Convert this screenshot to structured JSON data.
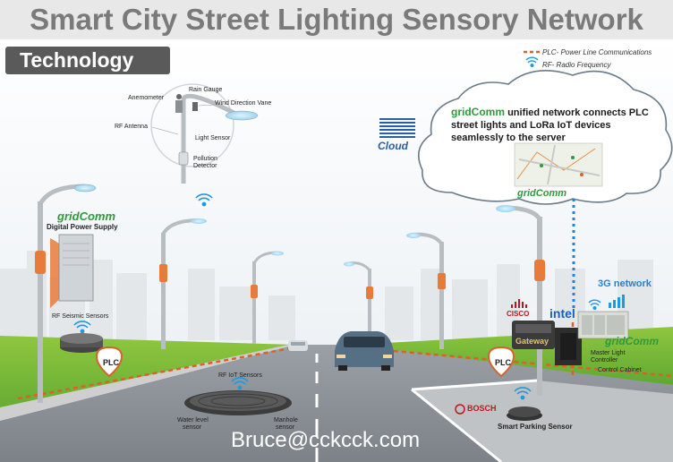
{
  "title": "Smart City Street Lighting Sensory Network",
  "section_label": "Technology",
  "legend": {
    "plc": "PLC- Power Line Communications",
    "rf": "RF- Radio Frequency"
  },
  "sensors": {
    "rain_gauge": "Rain Gauge",
    "anemometer": "Anemometer",
    "wind_vane": "Wind Direction Vane",
    "rf_antenna": "RF Antenna",
    "light_sensor": "Light Sensor",
    "pollution_detector_line1": "Pollution",
    "pollution_detector_line2": "Detector"
  },
  "brands": {
    "gridcomm_prefix": "grid",
    "gridcomm_suffix": "Comm",
    "ibm": "IBM",
    "cloud": "Cloud",
    "cisco": "CISCO",
    "intel": "intel",
    "bosch": "BOSCH"
  },
  "cloud_message": "unified network connects PLC street lights and LoRa IoT devices seamlessly to the server",
  "labels": {
    "digital_power_supply": "Digital Power Supply",
    "rf_seismic_sensors": "RF Seismic Sensors",
    "plc": "PLC",
    "rf_iot_sensors": "RF IoT Sensors",
    "water_level_sensor_line1": "Water level",
    "water_level_sensor_line2": "sensor",
    "manhole_sensor_line1": "Manhole",
    "manhole_sensor_line2": "sensor",
    "gateway": "Gateway",
    "network_3g": "3G network",
    "master_light_controller_line1": "Master Light",
    "master_light_controller_line2": "Controller",
    "control_cabinet": "Control Cabinet",
    "smart_parking_sensor": "Smart Parking Sensor"
  },
  "watermark": "Bruce@cckcck.com",
  "colors": {
    "plc_line": "#d9622b",
    "rf_icon": "#1d9be0",
    "gridcomm_green": "#2e9a3a",
    "ibm_blue": "#2a5fa8",
    "cisco_red": "#c0161b",
    "intel_blue": "#1a5fb4",
    "network_blue": "#2a7fd0"
  },
  "icons": [
    "wifi-rf-icon",
    "plc-pin-icon",
    "street-lamp-icon",
    "cloud-icon",
    "cell-signal-icon"
  ]
}
